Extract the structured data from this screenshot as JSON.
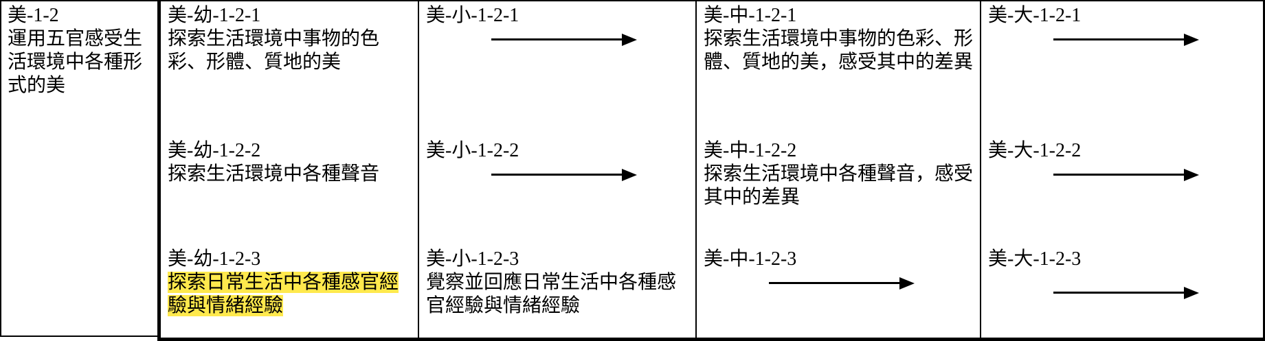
{
  "table": {
    "title_meaning": "curriculum-standards-alignment",
    "colors": {
      "border": "#000000",
      "highlight": "#FFE94D",
      "text": "#000000",
      "background": "#FFFFFF"
    },
    "goal": {
      "code": "美-1-2",
      "description": "運用五官感受生活環境中各種形式的美"
    },
    "columns": [
      {
        "level": "幼",
        "entries": [
          {
            "code": "美-幼-1-2-1",
            "description": "探索生活環境中事物的色彩、形體、質地的美",
            "arrow": false,
            "highlighted": false
          },
          {
            "code": "美-幼-1-2-2",
            "description": "探索生活環境中各種聲音",
            "arrow": false,
            "highlighted": false
          },
          {
            "code": "美-幼-1-2-3",
            "description": "探索日常生活中各種感官經驗與情緒經驗",
            "arrow": false,
            "highlighted": true
          }
        ]
      },
      {
        "level": "小",
        "entries": [
          {
            "code": "美-小-1-2-1",
            "arrow": true
          },
          {
            "code": "美-小-1-2-2",
            "arrow": true
          },
          {
            "code": "美-小-1-2-3",
            "description": "覺察並回應日常生活中各種感官經驗與情緒經驗",
            "arrow": false,
            "highlighted": false
          }
        ]
      },
      {
        "level": "中",
        "entries": [
          {
            "code": "美-中-1-2-1",
            "description": "探索生活環境中事物的色彩、形體、質地的美，感受其中的差異",
            "arrow": false,
            "highlighted": false
          },
          {
            "code": "美-中-1-2-2",
            "description": "探索生活環境中各種聲音，感受其中的差異",
            "arrow": false,
            "highlighted": false
          },
          {
            "code": "美-中-1-2-3",
            "arrow": true
          }
        ]
      },
      {
        "level": "大",
        "entries": [
          {
            "code": "美-大-1-2-1",
            "arrow": true
          },
          {
            "code": "美-大-1-2-2",
            "arrow": true
          },
          {
            "code": "美-大-1-2-3",
            "arrow": true
          }
        ]
      }
    ]
  }
}
